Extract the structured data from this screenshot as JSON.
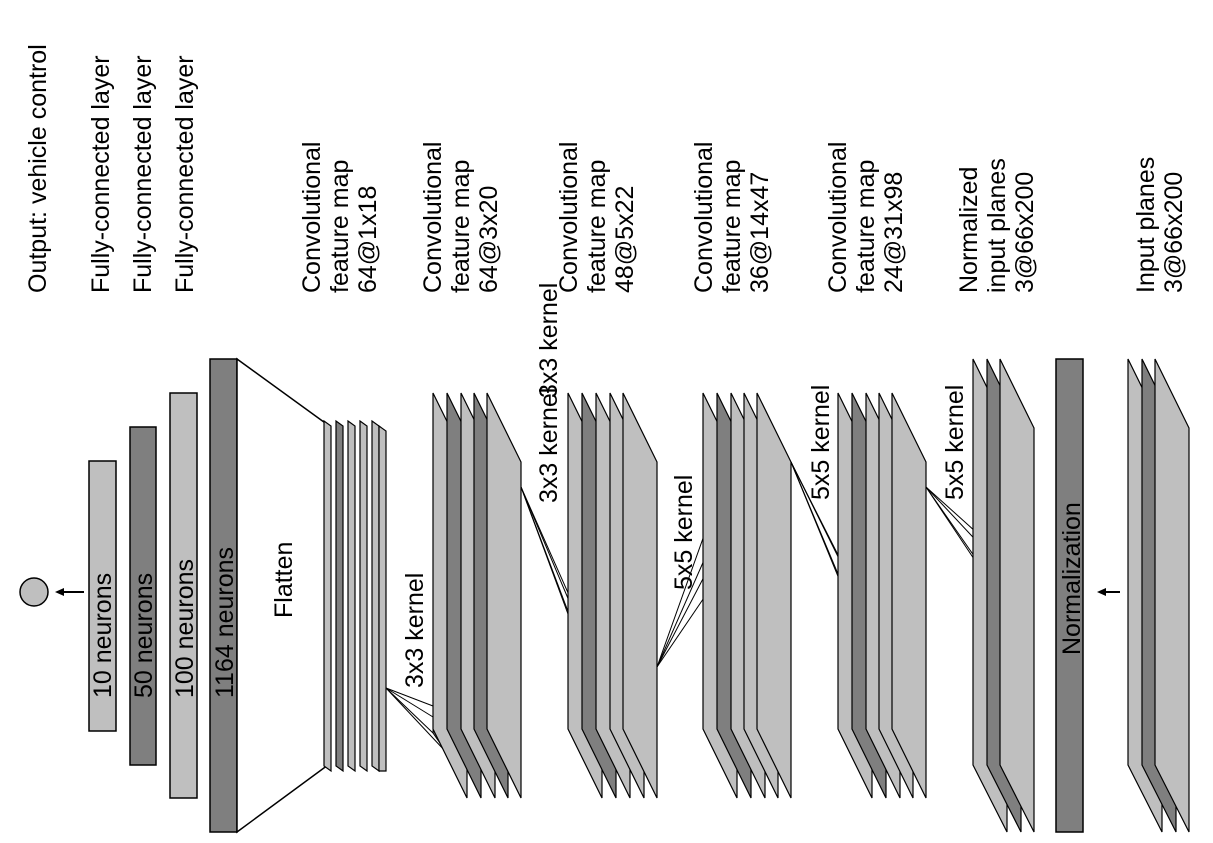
{
  "header": {
    "output": "Output: vehicle control",
    "fc": [
      "Fully-connected layer",
      "Fully-connected layer",
      "Fully-connected layer"
    ],
    "convmaps": [
      [
        "Convolutional",
        "feature map",
        "64@1x18"
      ],
      [
        "Convolutional",
        "feature map",
        "64@3x20"
      ],
      [
        "Convolutional",
        "feature map",
        "48@5x22"
      ],
      [
        "Convolutional",
        "feature map",
        "36@14x47"
      ],
      [
        "Convolutional",
        "feature map",
        "24@31x98"
      ]
    ],
    "normalized": [
      "Normalized",
      "input planes",
      "3@66x200"
    ],
    "input": [
      "Input planes",
      "3@66x200"
    ]
  },
  "bars": {
    "n10": "10 neurons",
    "n50": "50 neurons",
    "n100": "100 neurons",
    "n1164": "1164 neurons",
    "normalization": "Normalization"
  },
  "flatten": "Flatten",
  "kernels": {
    "k1": "3x3 kernel",
    "k2": "3x3 kernel",
    "k3": "3x3 kernel",
    "k4": "5x5 kernel",
    "k5": "5x5 kernel",
    "k6": "5x5 kernel"
  },
  "colors": {
    "light": "#bfbfbf",
    "dark": "#7f7f7f",
    "stroke": "#000000"
  }
}
